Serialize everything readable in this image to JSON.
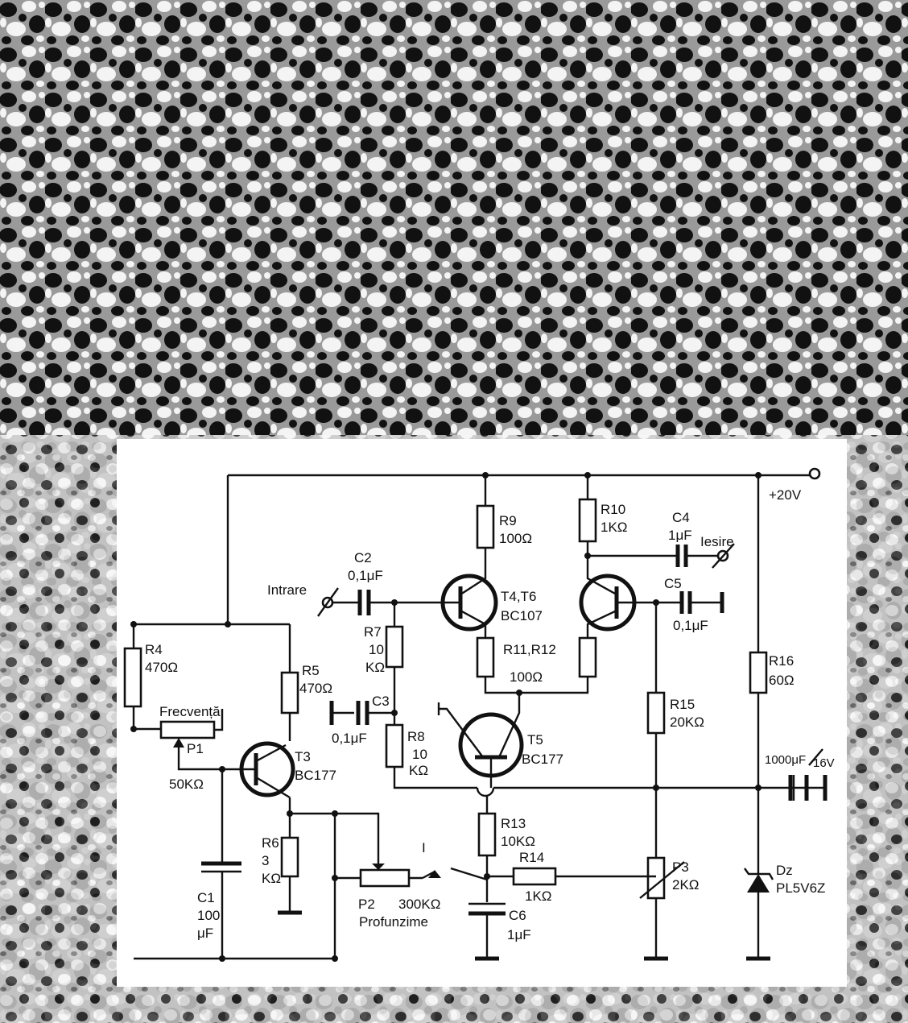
{
  "background": {
    "pattern": "halftone-blob-texture",
    "colors": {
      "dark": "#111111",
      "mid": "#9a9a9a",
      "light": "#f4f4f4"
    }
  },
  "schematic": {
    "supply": "+20V",
    "input_label": "Intrare",
    "output_label": "Iesire",
    "switch_label": "I",
    "components": {
      "R4": {
        "name": "R4",
        "value": "470Ω"
      },
      "R5": {
        "name": "R5",
        "value": "470Ω"
      },
      "R6": {
        "name": "R6",
        "value_a": "3",
        "value_b": "KΩ"
      },
      "R7": {
        "name": "R7",
        "value_a": "10",
        "value_b": "KΩ"
      },
      "R8": {
        "name": "R8",
        "value_a": "10",
        "value_b": "KΩ"
      },
      "R9": {
        "name": "R9",
        "value": "100Ω"
      },
      "R10": {
        "name": "R10",
        "value": "1KΩ"
      },
      "R11_12": {
        "name": "R11,R12",
        "value": "100Ω"
      },
      "R13": {
        "name": "R13",
        "value": "10KΩ"
      },
      "R14": {
        "name": "R14",
        "value": "1KΩ"
      },
      "R15": {
        "name": "R15",
        "value": "20KΩ"
      },
      "R16": {
        "name": "R16",
        "value": "60Ω"
      },
      "C1": {
        "name": "C1",
        "value_a": "100",
        "value_b": "μF"
      },
      "C2": {
        "name": "C2",
        "value": "0,1μF"
      },
      "C3": {
        "name": "C3",
        "value": "0,1μF"
      },
      "C4": {
        "name": "C4",
        "value": "1μF"
      },
      "C5": {
        "name": "C5",
        "value": "0,1μF"
      },
      "C6": {
        "name": "C6",
        "value": "1μF"
      },
      "C7": {
        "value": "1000μF",
        "voltage": "16V"
      },
      "P1": {
        "name": "P1",
        "value": "50KΩ",
        "function": "Frecvență"
      },
      "P2": {
        "name": "P2",
        "value": "300KΩ",
        "function": "Profunzime"
      },
      "P3": {
        "name": "P3",
        "value": "2KΩ"
      },
      "T3": {
        "name": "T3",
        "type": "BC177"
      },
      "T4_6": {
        "name": "T4,T6",
        "type": "BC107"
      },
      "T5": {
        "name": "T5",
        "type": "BC177"
      },
      "Dz": {
        "name": "Dz",
        "type": "PL5V6Z"
      }
    }
  }
}
